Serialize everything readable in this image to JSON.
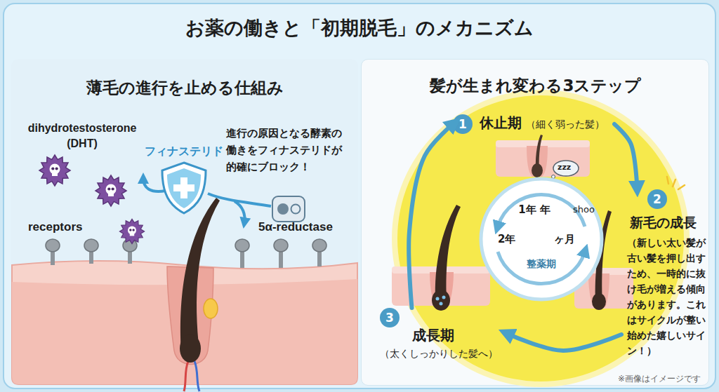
{
  "diagram": {
    "title": "お薬の働きと「初期脱毛」のメカニズム",
    "nodes": [
      {
        "text": [
          "薄毛の進行を止める仕組み"
        ]
      },
      {
        "text": [
          "髪が生まれ変わる3ステップ"
        ]
      },
      {
        "text": [
          "1",
          "休止期",
          "（細く弱った髪）"
        ],
        "in": 1
      },
      {
        "text": [
          "2",
          "新毛の成長",
          "（新しい太い髪が古い髪を押し出すため、一時的に抜け毛が増える傾向があります。これはサイクルが整い始めた嬉しいサイン！）"
        ],
        "in": 1
      },
      {
        "text": [
          "3",
          "成長期",
          "（太くしっかりした髪へ）"
        ],
        "in": 1
      },
      {
        "text": [
          "1年 年",
          "ヶ月",
          "2年",
          "整薬期"
        ],
        "in": 1
      }
    ],
    "edges": [
      {
        "from": 2,
        "to": 3,
        "arrow": "to"
      },
      {
        "from": 3,
        "to": 4,
        "arrow": "to"
      },
      {
        "from": 4,
        "to": 2,
        "arrow": "to"
      }
    ],
    "labels": [
      "dihydrotestosterone (DHT)",
      "フィナステリド",
      "進行の原因となる酵素の働きをフィナステリドが的確にブロック！",
      "receptors",
      "5α-reductase",
      "zzz",
      "shoo",
      "※画像はイメージです"
    ]
  }
}
